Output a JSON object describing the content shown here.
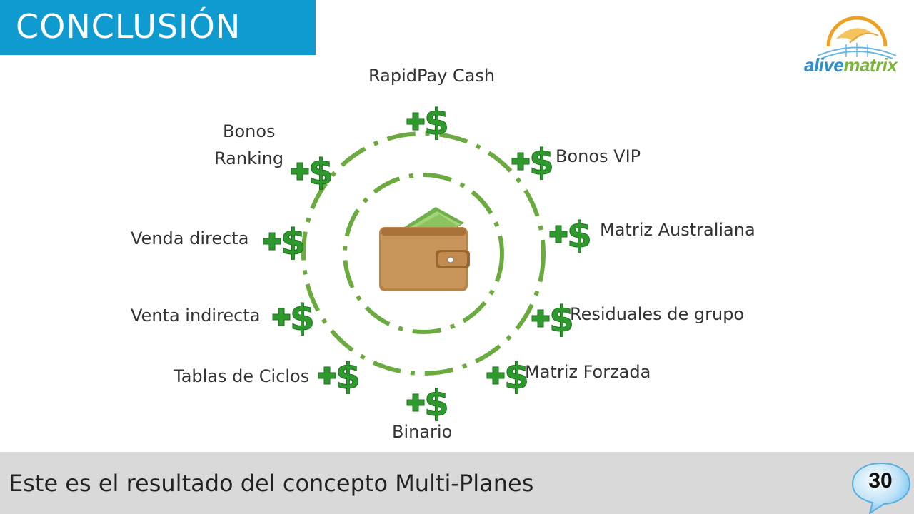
{
  "header": {
    "title": "CONCLUSIÓN"
  },
  "logo": {
    "part1": "alive",
    "part2": "matrix"
  },
  "diagram": {
    "center_icon": "wallet-icon",
    "bonus_icon": "plus-dollar-icon",
    "items": [
      {
        "label": "RapidPay Cash"
      },
      {
        "label": "Bonos VIP"
      },
      {
        "label": "Matriz Australiana"
      },
      {
        "label": "Residuales de grupo"
      },
      {
        "label": "Matriz Forzada"
      },
      {
        "label": "Binario"
      },
      {
        "label": "Tablas de Ciclos"
      },
      {
        "label": "Venta indirecta"
      },
      {
        "label": "Venda directa"
      },
      {
        "label_line1": "Bonos",
        "label_line2": "Ranking"
      }
    ]
  },
  "footer": {
    "text": "Este es el resultado del concepto Multi-Planes",
    "page_number": "30"
  },
  "colors": {
    "title_bg": "#0f9bd0",
    "ring": "#6aaa3f",
    "dollar": "#2e9a2e",
    "footer_bg": "#d9d9d9"
  }
}
